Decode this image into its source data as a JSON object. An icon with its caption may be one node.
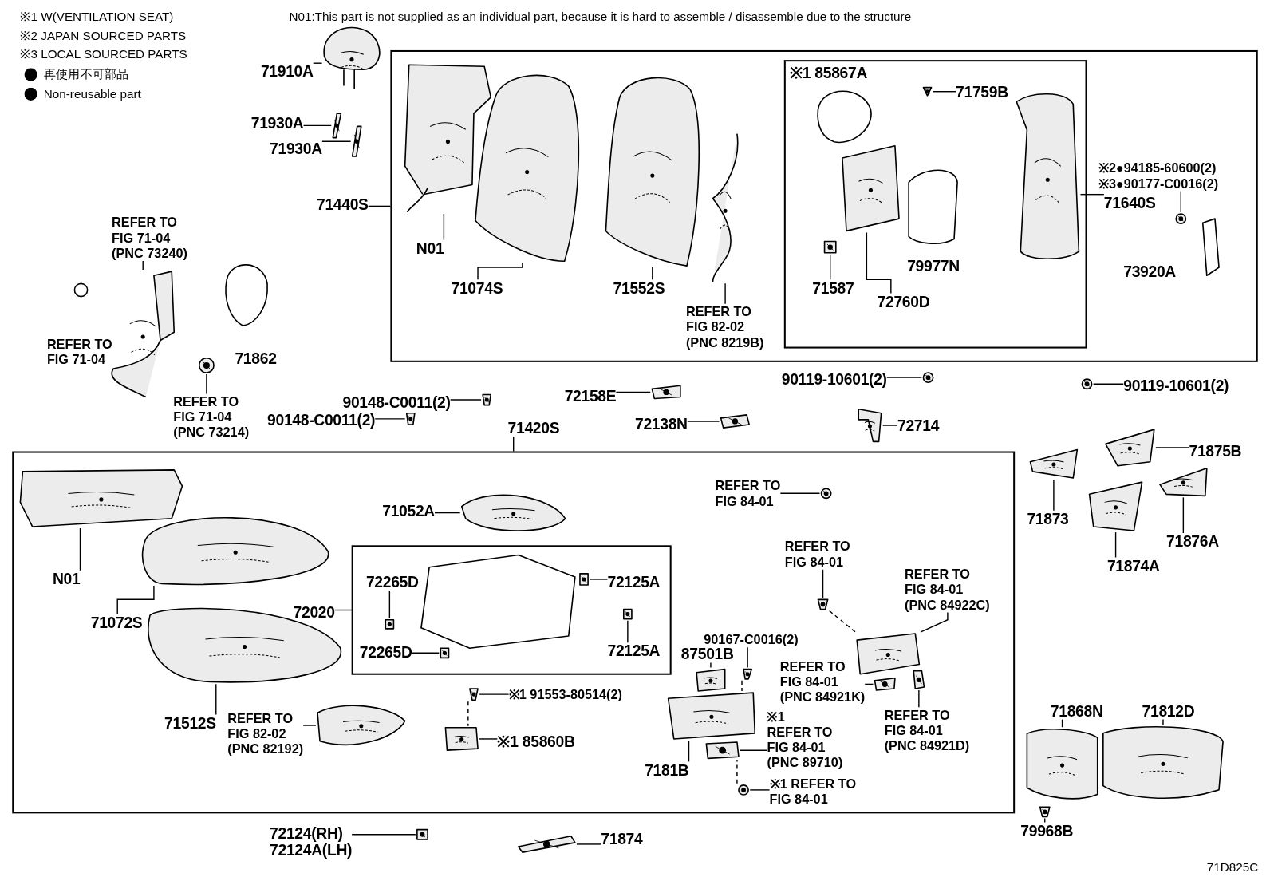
{
  "diagram": {
    "nodes": [
      {
        "text": [],
        "shape": "box"
      },
      {
        "text": [],
        "shape": "box",
        "in": 0
      },
      {
        "text": [],
        "shape": "box"
      },
      {
        "text": [],
        "shape": "box",
        "in": 2
      },
      {
        "text": [
          "71910A"
        ]
      },
      {
        "text": [
          "71930A"
        ]
      },
      {
        "text": [
          "71930A"
        ]
      },
      {
        "text": [
          "71440S"
        ]
      },
      {
        "text": [
          "REFER TO FIG 71-04 (PNC 73240)"
        ]
      },
      {
        "text": [
          "REFER TO FIG 71-04 (PNC 73214)"
        ]
      },
      {
        "text": [
          "90148-C0011(2)"
        ]
      },
      {
        "text": [
          "90148-C0011(2)"
        ]
      },
      {
        "text": [
          "72158E"
        ]
      },
      {
        "text": [
          "72138N"
        ]
      },
      {
        "text": [
          "71420S"
        ]
      },
      {
        "text": [
          "90119-10601(2)"
        ]
      },
      {
        "text": [
          "72714"
        ]
      },
      {
        "text": [
          "90119-10601(2)"
        ]
      },
      {
        "text": [
          "N01"
        ],
        "in": 0
      },
      {
        "text": [
          "71074S"
        ],
        "in": 0
      },
      {
        "text": [
          "71552S"
        ],
        "in": 0
      },
      {
        "text": [
          "REFER TO FIG 82-02 (PNC 8219B)"
        ],
        "in": 0
      },
      {
        "text": [
          "71759B"
        ],
        "in": 1
      },
      {
        "text": [
          "71587"
        ],
        "in": 1
      },
      {
        "text": [
          "72760D"
        ],
        "in": 1
      },
      {
        "text": [
          "71640S"
        ],
        "in": 0
      },
      {
        "text": [
          "※2●94185-60600(2)",
          "※3●90177-C0016(2)"
        ],
        "in": 0
      },
      {
        "text": [
          "71873"
        ]
      },
      {
        "text": [
          "71875B"
        ]
      },
      {
        "text": [
          "71876A"
        ]
      },
      {
        "text": [
          "71874A"
        ]
      },
      {
        "text": [
          "71052A"
        ],
        "in": 2
      },
      {
        "text": [
          "N01"
        ],
        "in": 2
      },
      {
        "text": [
          "71072S"
        ],
        "in": 2
      },
      {
        "text": [
          "72265D"
        ],
        "in": 3
      },
      {
        "text": [
          "72265D"
        ],
        "in": 3
      },
      {
        "text": [
          "72125A"
        ],
        "in": 3
      },
      {
        "text": [
          "72125A"
        ],
        "in": 3
      },
      {
        "text": [
          "72020"
        ],
        "in": 2
      },
      {
        "text": [
          "71512S"
        ],
        "in": 2
      },
      {
        "text": [
          "REFER TO FIG 82-02 (PNC 82192)"
        ],
        "in": 2
      },
      {
        "text": [
          "※1 91553-80514(2)"
        ],
        "in": 2
      },
      {
        "text": [
          "※1 85860B"
        ],
        "in": 2
      },
      {
        "text": [
          "REFER TO FIG 84-01"
        ],
        "in": 2
      },
      {
        "text": [
          "REFER TO FIG 84-01"
        ],
        "in": 2
      },
      {
        "text": [
          "REFER TO FIG 84-01 (PNC 84922C)"
        ],
        "in": 2
      },
      {
        "text": [
          "90167-C0016(2)"
        ],
        "in": 2
      },
      {
        "text": [
          "87501B"
        ],
        "in": 2
      },
      {
        "text": [
          "REFER TO FIG 84-01 (PNC 84921K)"
        ],
        "in": 2
      },
      {
        "text": [
          "REFER TO FIG 84-01 (PNC 84921D)"
        ],
        "in": 2
      },
      {
        "text": [
          "7181B"
        ],
        "in": 2
      },
      {
        "text": [
          "※1 REFER TO FIG 84-01 (PNC 89710)"
        ],
        "in": 2
      },
      {
        "text": [
          "※1 REFER TO FIG 84-01"
        ],
        "in": 2
      },
      {
        "text": [
          "72124(RH)",
          "72124A(LH)"
        ]
      },
      {
        "text": [
          "71874"
        ]
      },
      {
        "text": [
          "71868N"
        ]
      },
      {
        "text": [
          "71812D"
        ]
      },
      {
        "text": [
          "79968B"
        ]
      },
      {
        "text": [],
        "shape": "picture"
      },
      {
        "text": [],
        "shape": "picture"
      },
      {
        "text": [],
        "shape": "picture"
      },
      {
        "text": [],
        "shape": "picture"
      },
      {
        "text": [],
        "shape": "picture"
      },
      {
        "text": [],
        "shape": "picture"
      },
      {
        "text": [],
        "shape": "picture"
      },
      {
        "text": [],
        "shape": "picture"
      },
      {
        "text": [],
        "shape": "picture"
      },
      {
        "text": [],
        "shape": "picture"
      },
      {
        "text": [],
        "shape": "picture"
      },
      {
        "text": [],
        "shape": "picture"
      },
      {
        "text": [],
        "shape": "picture",
        "in": 0
      },
      {
        "text": [],
        "shape": "picture",
        "in": 0
      },
      {
        "text": [],
        "shape": "picture",
        "in": 0
      },
      {
        "text": [],
        "shape": "picture",
        "in": 0
      },
      {
        "text": [],
        "shape": "picture",
        "in": 1
      },
      {
        "text": [],
        "shape": "picture",
        "in": 1
      },
      {
        "text": [],
        "shape": "picture",
        "in": 1
      },
      {
        "text": [],
        "shape": "picture",
        "in": 1
      },
      {
        "text": [],
        "shape": "picture",
        "in": 0
      },
      {
        "text": [],
        "shape": "picture"
      },
      {
        "text": [],
        "shape": "picture"
      },
      {
        "text": [],
        "shape": "picture"
      },
      {
        "text": [],
        "shape": "picture"
      },
      {
        "text": [],
        "shape": "picture",
        "in": 2
      },
      {
        "text": [],
        "shape": "picture",
        "in": 2
      },
      {
        "text": [],
        "shape": "picture",
        "in": 2
      },
      {
        "text": [],
        "shape": "picture",
        "in": 3
      },
      {
        "text": [],
        "shape": "picture",
        "in": 3
      },
      {
        "text": [],
        "shape": "picture",
        "in": 3
      },
      {
        "text": [],
        "shape": "picture",
        "in": 3
      },
      {
        "text": [],
        "shape": "picture",
        "in": 2
      },
      {
        "text": [],
        "shape": "picture",
        "in": 2
      },
      {
        "text": [],
        "shape": "picture",
        "in": 2
      },
      {
        "text": [],
        "shape": "picture",
        "in": 2
      },
      {
        "text": [],
        "shape": "picture",
        "in": 2
      },
      {
        "text": [],
        "shape": "picture",
        "in": 2
      },
      {
        "text": [],
        "shape": "picture",
        "in": 2
      },
      {
        "text": [],
        "shape": "picture",
        "in": 2
      },
      {
        "text": [],
        "shape": "picture",
        "in": 2
      },
      {
        "text": [],
        "shape": "picture",
        "in": 2
      },
      {
        "text": [],
        "shape": "picture",
        "in": 2
      },
      {
        "text": [],
        "shape": "picture",
        "in": 2
      },
      {
        "text": [],
        "shape": "picture",
        "in": 2
      },
      {
        "text": [],
        "shape": "picture",
        "in": 2
      },
      {
        "text": [],
        "shape": "picture"
      },
      {
        "text": [],
        "shape": "picture"
      },
      {
        "text": [],
        "shape": "picture"
      },
      {
        "text": [],
        "shape": "picture"
      },
      {
        "text": [],
        "shape": "picture"
      }
    ],
    "edges": [
      {
        "from": 4,
        "to": 58,
        "arrow": "none"
      },
      {
        "from": 5,
        "to": 59,
        "arrow": "none"
      },
      {
        "from": 6,
        "to": 60,
        "arrow": "none"
      },
      {
        "from": 7,
        "to": 0,
        "arrow": "none"
      },
      {
        "from": 8,
        "to": 61,
        "arrow": "none"
      },
      {
        "from": 9,
        "to": 62,
        "arrow": "none"
      },
      {
        "from": 10,
        "to": 63,
        "arrow": "none"
      },
      {
        "from": 11,
        "to": 64,
        "arrow": "none"
      },
      {
        "from": 12,
        "to": 65,
        "arrow": "none"
      },
      {
        "from": 13,
        "to": 66,
        "arrow": "none"
      },
      {
        "from": 14,
        "to": 2,
        "arrow": "none"
      },
      {
        "from": 15,
        "to": 67,
        "arrow": "none"
      },
      {
        "from": 16,
        "to": 68,
        "arrow": "none"
      },
      {
        "from": 17,
        "to": 69,
        "arrow": "none"
      },
      {
        "from": 18,
        "to": 70,
        "arrow": "none"
      },
      {
        "from": 19,
        "to": 71,
        "arrow": "none"
      },
      {
        "from": 20,
        "to": 72,
        "arrow": "none"
      },
      {
        "from": 21,
        "to": 73,
        "arrow": "none"
      },
      {
        "from": 22,
        "to": 74,
        "arrow": "none"
      },
      {
        "from": 23,
        "to": 75,
        "arrow": "none"
      },
      {
        "from": 24,
        "to": 76,
        "arrow": "none"
      },
      {
        "from": 25,
        "to": 77,
        "arrow": "none"
      },
      {
        "from": 26,
        "to": 78,
        "arrow": "none"
      },
      {
        "from": 27,
        "to": 79,
        "arrow": "none"
      },
      {
        "from": 28,
        "to": 80,
        "arrow": "none"
      },
      {
        "from": 29,
        "to": 81,
        "arrow": "none"
      },
      {
        "from": 30,
        "to": 82,
        "arrow": "none"
      },
      {
        "from": 31,
        "to": 83,
        "arrow": "none"
      },
      {
        "from": 32,
        "to": 84,
        "arrow": "none"
      },
      {
        "from": 33,
        "to": 85,
        "arrow": "none"
      },
      {
        "from": 34,
        "to": 86,
        "arrow": "none"
      },
      {
        "from": 35,
        "to": 87,
        "arrow": "none"
      },
      {
        "from": 36,
        "to": 88,
        "arrow": "none"
      },
      {
        "from": 37,
        "to": 89,
        "arrow": "none"
      },
      {
        "from": 38,
        "to": 3,
        "arrow": "none"
      },
      {
        "from": 39,
        "to": 90,
        "arrow": "none"
      },
      {
        "from": 40,
        "to": 91,
        "arrow": "none"
      },
      {
        "from": 41,
        "to": 92,
        "arrow": "none"
      },
      {
        "from": 42,
        "to": 93,
        "arrow": "none"
      },
      {
        "from": 43,
        "to": 94,
        "arrow": "none"
      },
      {
        "from": 44,
        "to": 95,
        "arrow": "none"
      },
      {
        "from": 45,
        "to": 96,
        "arrow": "none"
      },
      {
        "from": 46,
        "to": 97,
        "arrow": "none"
      },
      {
        "from": 47,
        "to": 98,
        "arrow": "none"
      },
      {
        "from": 48,
        "to": 99,
        "arrow": "none"
      },
      {
        "from": 49,
        "to": 100,
        "arrow": "none"
      },
      {
        "from": 50,
        "to": 101,
        "arrow": "none"
      },
      {
        "from": 51,
        "to": 102,
        "arrow": "none"
      },
      {
        "from": 52,
        "to": 103,
        "arrow": "none"
      },
      {
        "from": 53,
        "to": 104,
        "arrow": "none"
      },
      {
        "from": 54,
        "to": 105,
        "arrow": "none"
      },
      {
        "from": 55,
        "to": 106,
        "arrow": "none"
      },
      {
        "from": 56,
        "to": 107,
        "arrow": "none"
      },
      {
        "from": 57,
        "to": 108,
        "arrow": "none"
      },
      {
        "from": 92,
        "to": 93,
        "arrow": "none",
        "style": "dashed"
      },
      {
        "from": 95,
        "to": 96,
        "arrow": "none",
        "style": "dashed"
      },
      {
        "from": 97,
        "to": 101,
        "arrow": "none",
        "style": "dashed"
      },
      {
        "from": 103,
        "to": 102,
        "arrow": "none",
        "style": "dashed"
      }
    ],
    "labels": [
      "※1 W(VENTILATION SEAT)",
      "※2 JAPAN SOURCED PARTS",
      "※3 LOCAL SOURCED PARTS",
      "N01:This part is not supplied as an individual part, because it is hard to assemble / disassemble due to the structure",
      "REFER TO FIG 71-04",
      "71862",
      "※1 85867A",
      "79977N",
      "73920A",
      "71D825C"
    ],
    "legend": [
      {
        "text": "再使用不可部品"
      },
      {
        "text": "Non-reusable part"
      }
    ]
  }
}
